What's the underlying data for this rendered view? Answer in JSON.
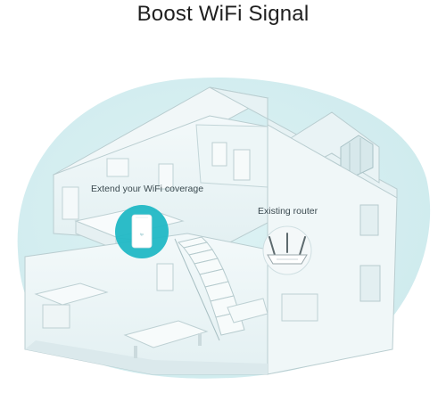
{
  "title": "Boost WiFi Signal",
  "labels": {
    "extender": "Extend your WiFi coverage",
    "router": "Existing router"
  },
  "colors": {
    "accent": "#21b8c5",
    "coverage": "#bfe7ea",
    "wall": "#eef6f7",
    "outline": "#b9cdd0"
  },
  "icons": {
    "extender": "range-extender-icon",
    "router": "wifi-router-icon"
  }
}
